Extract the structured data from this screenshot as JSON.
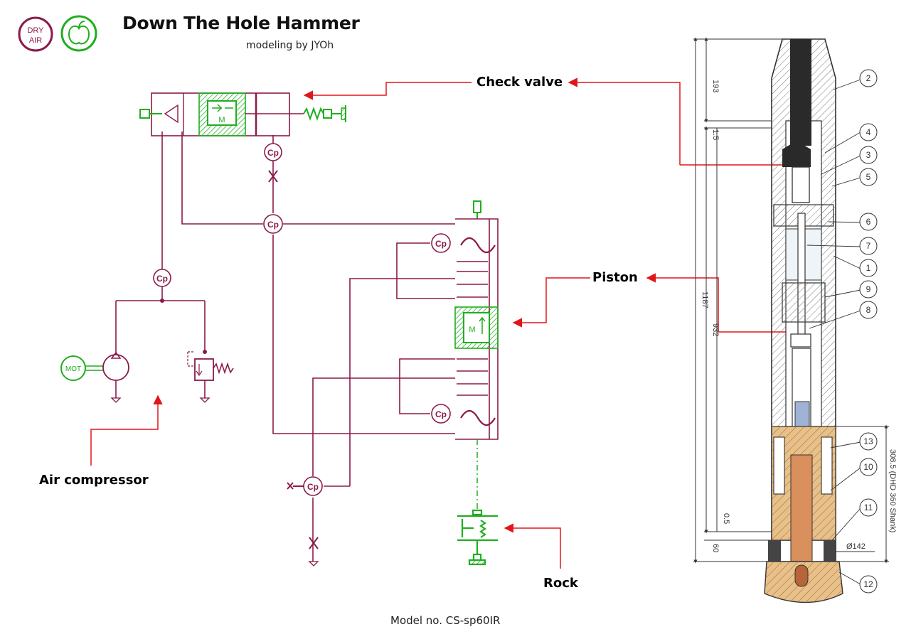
{
  "header": {
    "title": "Down The Hole Hammer",
    "subtitle": "modeling by JYOh",
    "badge_dry_air_line1": "DRY",
    "badge_dry_air_line2": "AIR"
  },
  "footer": {
    "model_no": "Model no. CS-sp60IR"
  },
  "callouts": {
    "check_valve": "Check valve",
    "piston": "Piston",
    "air_compressor": "Air compressor",
    "rock": "Rock"
  },
  "schematic": {
    "cp_label": "Cp",
    "mot_label": "MOT",
    "mass_label": "M"
  },
  "drawing": {
    "dimensions": {
      "d193": "193",
      "d1_5": "1.5",
      "d1187": "1187",
      "d932": "932",
      "d0_5": "0.5",
      "d60": "60",
      "d308": "308.5 (DHD 360 Shank)",
      "dia142": "Ø142"
    },
    "balloons": [
      "2",
      "4",
      "3",
      "5",
      "6",
      "7",
      "1",
      "9",
      "8",
      "13",
      "10",
      "11",
      "12"
    ]
  },
  "colors": {
    "hydraulic": "#8b1a4a",
    "mechanical": "#1fae1f",
    "arrow": "#e0161b",
    "drawing_line": "#333333",
    "shank": "#e8c08a",
    "piston_blue": "#9fb3d6"
  }
}
